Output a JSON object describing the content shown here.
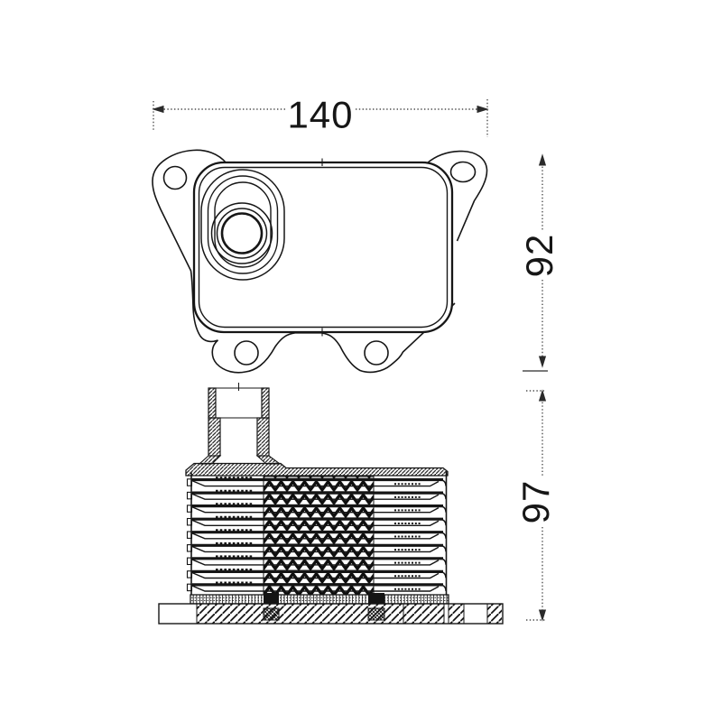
{
  "drawing": {
    "dimensions": {
      "width": "140",
      "front_height": "92",
      "side_height": "97"
    },
    "colors": {
      "ink": "#161616",
      "paper": "#ffffff"
    }
  }
}
